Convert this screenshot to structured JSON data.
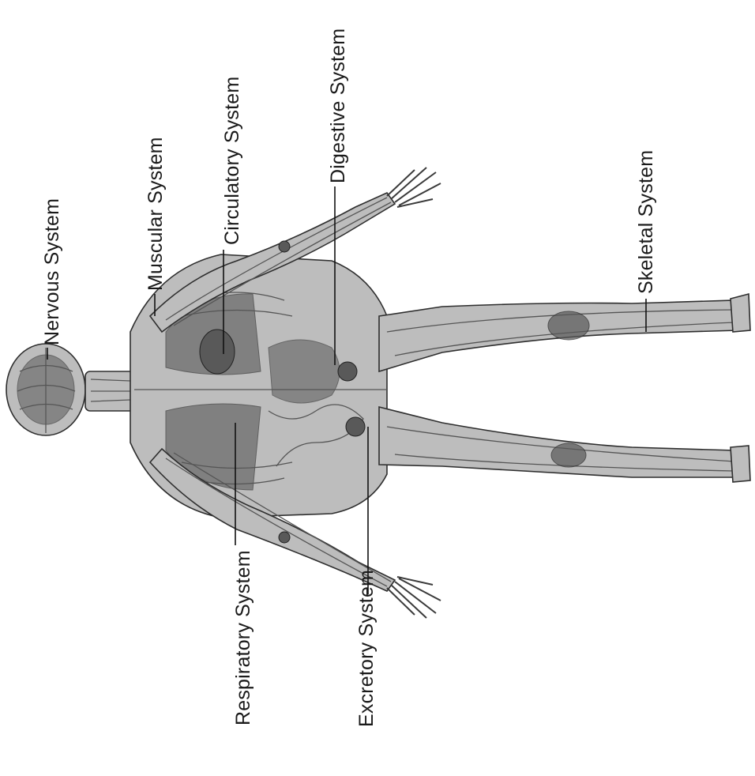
{
  "labels": {
    "nervous": "Nervous System",
    "muscular": "Muscular System",
    "circulatory": "Circulatory System",
    "digestive": "Digestive System",
    "skeletal": "Skeletal System",
    "respiratory": "Respiratory System",
    "excretory": "Excretory System"
  }
}
